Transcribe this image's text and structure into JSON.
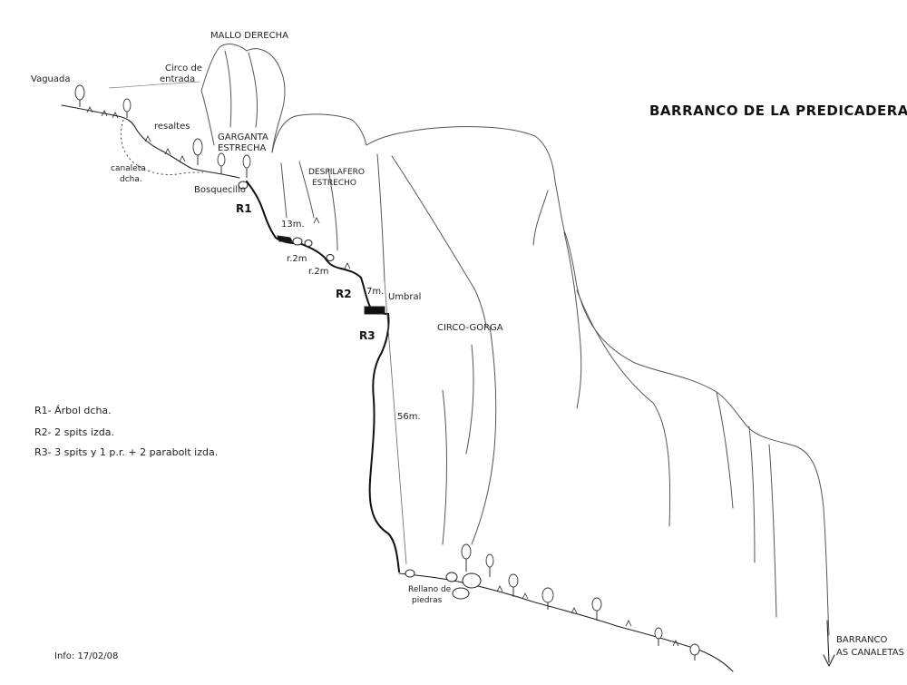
{
  "title": "BARRANCO DE LA PREDICADERA",
  "labels": {
    "mallo": "MALLO DERECHA",
    "circo_entrada_1": "Circo de",
    "circo_entrada_2": "entrada",
    "vaguada": "Vaguada",
    "resaltes": "resaltes",
    "garganta_1": "GARGANTA",
    "garganta_2": "ESTRECHA",
    "canaleta_1": "canaleta",
    "canaleta_2": "dcha.",
    "bosquecillo": "Bosquecillo",
    "despilfarro_1": "DESPILAFERO",
    "despilfarro_2": "ESTRECHO",
    "umbral": "Umbral",
    "circo_gorga": "CIRCO-GORGA",
    "rellano_1": "Rellano de",
    "rellano_2": "piedras",
    "barranco_1": "BARRANCO",
    "barranco_2": "AS CANALETAS",
    "info": "Info: 17/02/08"
  },
  "rappels": {
    "r1": "R1",
    "r2": "R2",
    "r3": "R3",
    "m13": "13m.",
    "r2m_a": "r.2m",
    "r2m_b": "r.2m",
    "m7": "7m.",
    "m56": "56m."
  },
  "legend": [
    "R1- Árbol dcha.",
    "R2- 2 spits izda.",
    "R3- 3 spits y 1 p.r. + 2 parabolt izda."
  ],
  "colors": {
    "ink": "#111111",
    "rock": "#555555",
    "paper": "#ffffff"
  }
}
